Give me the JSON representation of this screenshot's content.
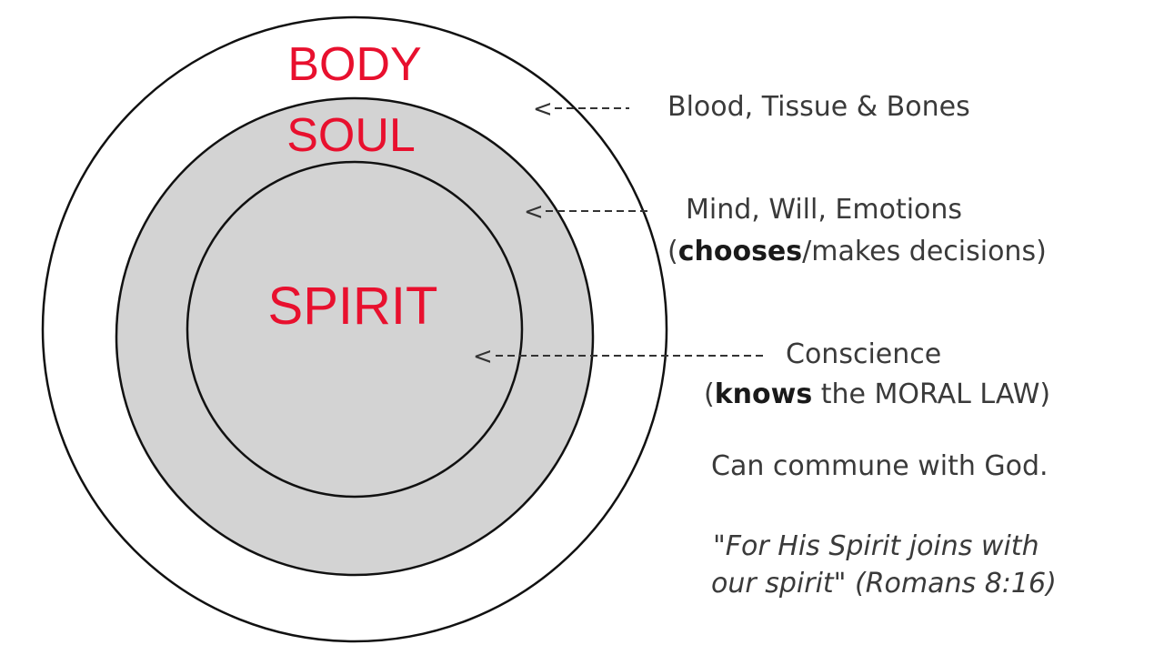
{
  "rings": {
    "body": "BODY",
    "soul": "SOUL",
    "spirit": "SPIRIT"
  },
  "arrow_glyph": "<",
  "notes": {
    "body": "Blood, Tissue & Bones",
    "soul_line1": "Mind, Will, Emotions",
    "soul_line2_open": "(",
    "soul_line2_bold": "chooses",
    "soul_line2_rest": "/makes decisions)",
    "spirit_line1": "Conscience",
    "spirit_line2_open": "(",
    "spirit_line2_bold": "knows",
    "spirit_line2_rest": " the MORAL LAW)",
    "commune": "Can commune with God.",
    "verse_line1": "\"For His Spirit joins with",
    "verse_line2": "our spirit\" (Romans 8:16)"
  },
  "colors": {
    "label_red": "#e8102e",
    "soul_fill": "#d3d3d3",
    "outline": "#111111",
    "text": "#3a3a3a"
  }
}
